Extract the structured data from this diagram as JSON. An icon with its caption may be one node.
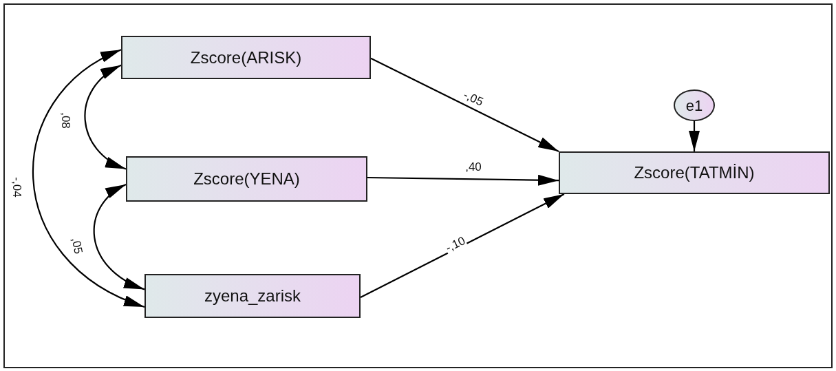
{
  "diagram": {
    "nodes": [
      {
        "text": [
          "Zscore(ARISK)"
        ]
      },
      {
        "text": [
          "Zscore(YENA)"
        ]
      },
      {
        "text": [
          "zyena_zarisk"
        ]
      },
      {
        "text": [
          "Zscore(TATMİN)"
        ]
      },
      {
        "text": [
          "e1"
        ]
      }
    ],
    "edges": [
      {
        "from": 0,
        "to": 1,
        "arrow": "both",
        "label": ",08"
      },
      {
        "from": 1,
        "to": 2,
        "arrow": "both",
        "label": ",05"
      },
      {
        "from": 0,
        "to": 2,
        "arrow": "both",
        "label": "-,04"
      },
      {
        "from": 0,
        "to": 3,
        "arrow": "to",
        "label": "-,05"
      },
      {
        "from": 1,
        "to": 3,
        "arrow": "to",
        "label": ",40"
      },
      {
        "from": 2,
        "to": 3,
        "arrow": "to",
        "label": "-,10"
      },
      {
        "from": 4,
        "to": 3,
        "arrow": "to"
      }
    ]
  }
}
